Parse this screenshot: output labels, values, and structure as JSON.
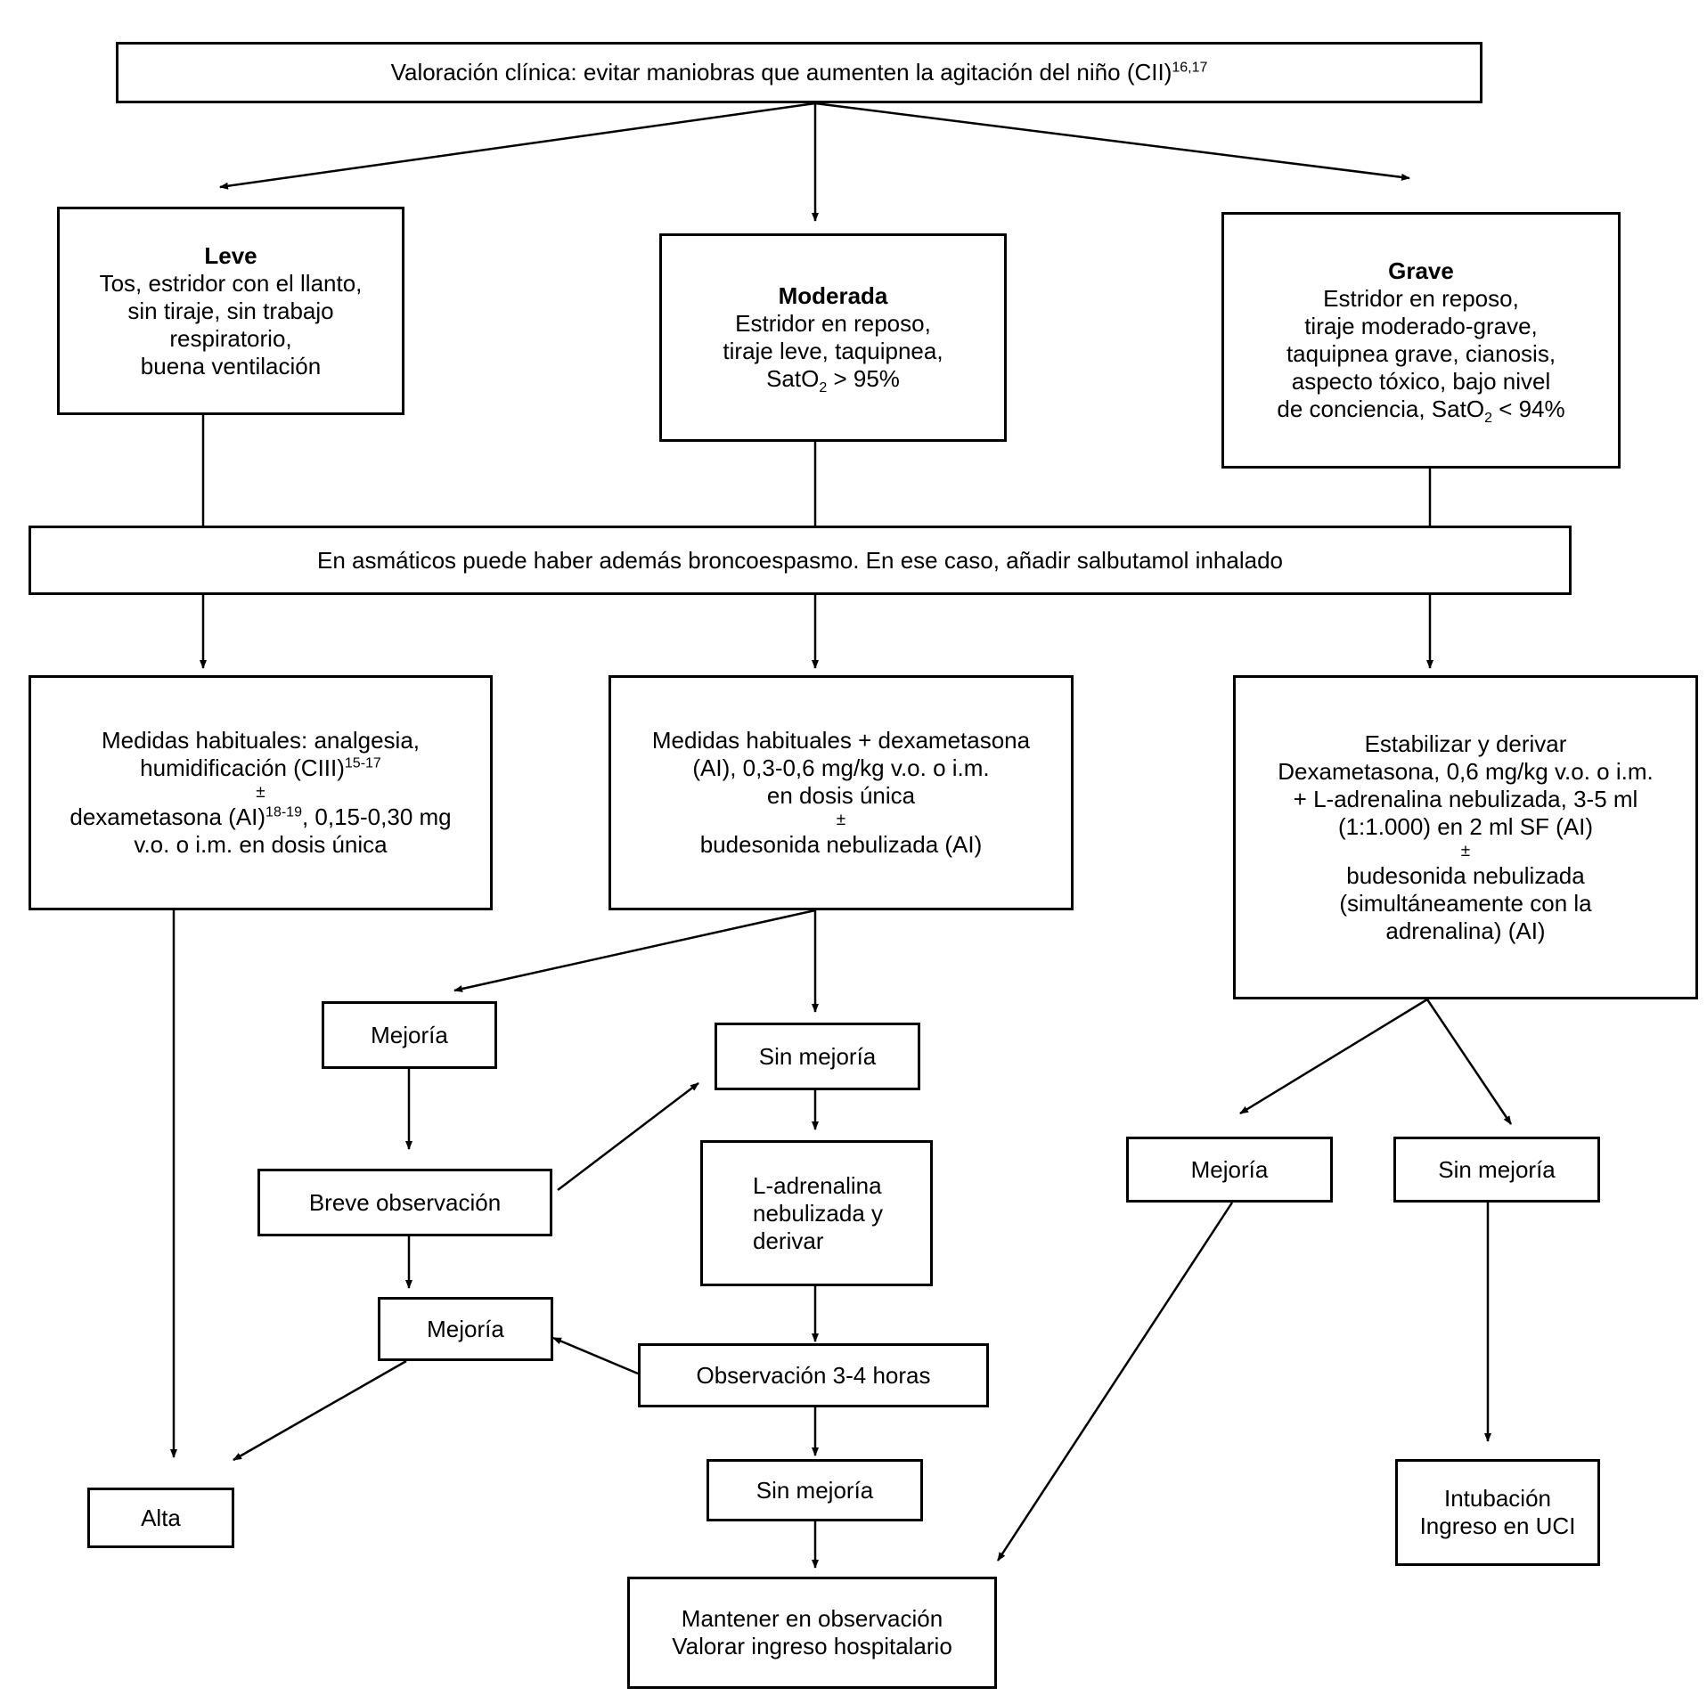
{
  "top": {
    "text": "Valoración clínica: evitar maniobras que aumenten la agitación del niño (CII)",
    "ref": "16,17"
  },
  "leve": {
    "title": "Leve",
    "lines": [
      "Tos, estridor con el llanto,",
      "sin tiraje, sin trabajo",
      "respiratorio,",
      "buena ventilación"
    ]
  },
  "moderada": {
    "title": "Moderada",
    "l1": "Estridor en reposo,",
    "l2": "tiraje leve, taquipnea,",
    "l3_pre": "SatO",
    "l3_sub": "2",
    "l3_post": " > 95%"
  },
  "grave": {
    "title": "Grave",
    "l1": "Estridor en reposo,",
    "l2": "tiraje moderado-grave,",
    "l3": "taquipnea grave, cianosis,",
    "l4": "aspecto tóxico, bajo nivel",
    "l5_pre": "de conciencia, SatO",
    "l5_sub": "2",
    "l5_post": " < 94%"
  },
  "asthma": {
    "text": "En asmáticos puede haber además broncoespasmo. En ese caso, añadir salbutamol inhalado"
  },
  "leve_tx": {
    "l1": "Medidas habituales: analgesia,",
    "l2": "humidificación (CIII)",
    "l2_sup": "15-17",
    "pm": "±",
    "l3_pre": "dexametasona (AI)",
    "l3_sup": "18-19",
    "l3_post": ", 0,15-0,30 mg",
    "l4": "v.o. o i.m. en dosis única"
  },
  "mod_tx": {
    "l1": "Medidas habituales + dexametasona",
    "l2": "(AI), 0,3-0,6 mg/kg v.o. o i.m.",
    "l3": "en dosis única",
    "pm": "±",
    "l4": "budesonida nebulizada (AI)"
  },
  "grave_tx": {
    "l1": "Estabilizar y derivar",
    "l2": "Dexametasona, 0,6 mg/kg v.o. o i.m.",
    "l3": "+ L-adrenalina nebulizada, 3-5 ml",
    "l4": "(1:1.000) en 2 ml SF (AI)",
    "pm": "±",
    "l5": "budesonida nebulizada",
    "l6": "(simultáneamente con la",
    "l7": "adrenalina) (AI)"
  },
  "mod_mejoria": "Mejoría",
  "mod_sin_mejoria": "Sin mejoría",
  "breve_obs": "Breve observación",
  "l_adrenalina": {
    "l1": "L-adrenalina",
    "l2": "nebulizada y",
    "l3": "derivar"
  },
  "mejoria_2": "Mejoría",
  "obs_3_4": "Observación 3-4 horas",
  "sin_mejoria_2": "Sin mejoría",
  "alta": "Alta",
  "mantener": {
    "l1": "Mantener en observación",
    "l2": "Valorar ingreso hospitalario"
  },
  "grave_mejoria": "Mejoría",
  "grave_sin_mejoria": "Sin mejoría",
  "intubacion": {
    "l1": "Intubación",
    "l2": "Ingreso en UCI"
  }
}
